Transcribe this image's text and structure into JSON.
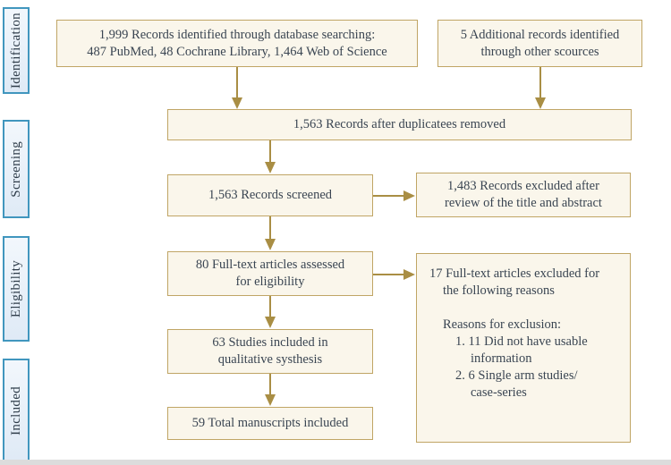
{
  "sidebar": {
    "stages": [
      {
        "label": "Identification"
      },
      {
        "label": "Screening"
      },
      {
        "label": "Eligibility"
      },
      {
        "label": "Included"
      }
    ]
  },
  "boxes": {
    "database_search": {
      "line1": "1,999 Records identified through database searching:",
      "line2": "487 PubMed, 48 Cochrane Library, 1,464 Web of Science"
    },
    "other_sources": {
      "line1": "5 Additional records identified",
      "line2": "through other scources"
    },
    "after_duplicates": {
      "text": "1,563 Records after duplicatees removed"
    },
    "screened": {
      "text": "1,563 Records screened"
    },
    "excluded_title_abstract": {
      "line1": "1,483 Records excluded after",
      "line2": "review of the title and abstract"
    },
    "fulltext_assessed": {
      "line1": "80 Full-text articles assessed",
      "line2": "for eligibility"
    },
    "fulltext_excluded": {
      "line1": "17 Full-text articles excluded for",
      "line2": "the following reasons",
      "reasons_header": "Reasons for exclusion:",
      "reason1_line1": "1. 11 Did not have usable",
      "reason1_line2": "information",
      "reason2_line1": "2. 6 Single arm studies/",
      "reason2_line2": "case-series"
    },
    "qualitative_synthesis": {
      "line1": "63 Studies included in",
      "line2": "qualitative systhesis"
    },
    "total_included": {
      "text": "59 Total manuscripts included"
    }
  },
  "colors": {
    "box_fill": "#faf6eb",
    "box_border": "#c0a565",
    "arrow": "#a98e44",
    "stage_fill": "#e9f1fa",
    "stage_border": "#4196be",
    "text": "#3a4552",
    "footer_strip": "#dcdcdc"
  }
}
